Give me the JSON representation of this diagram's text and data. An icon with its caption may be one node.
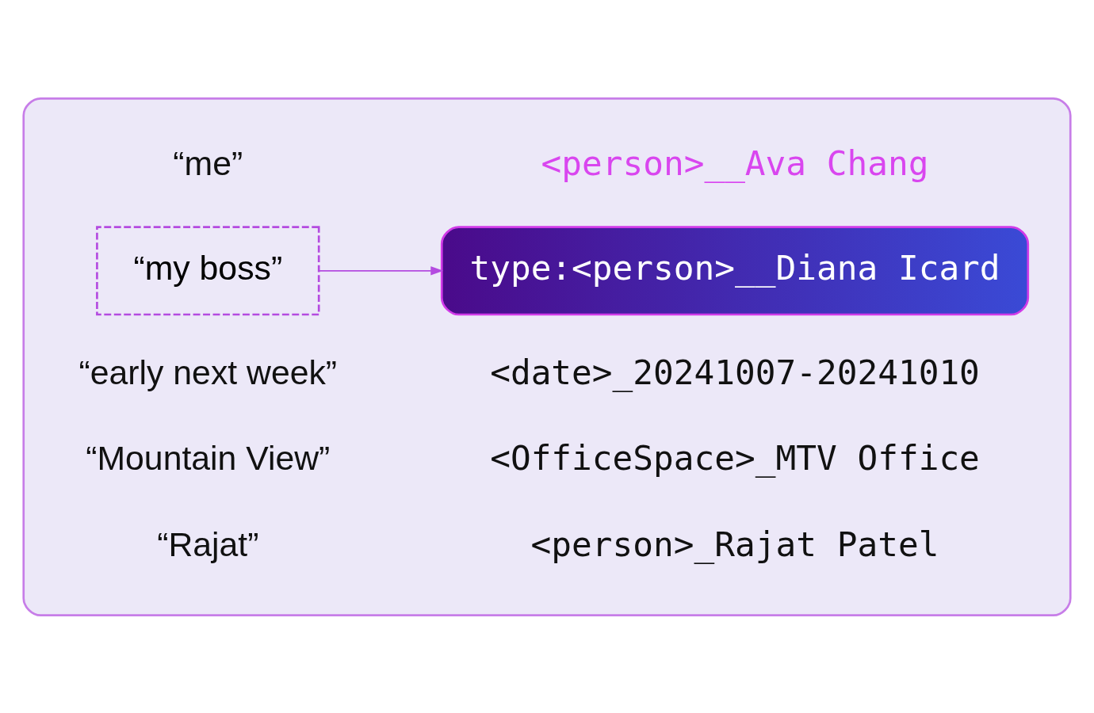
{
  "diagram": {
    "nodes": [
      {
        "text": [],
        "shape": "box"
      },
      {
        "text": [
          "“my boss”"
        ],
        "in": 0
      },
      {
        "text": [
          "type:<person>__Diana Icard"
        ],
        "in": 0
      }
    ],
    "edges": [
      {
        "from": 1,
        "to": 2,
        "arrow": "to"
      }
    ],
    "labels": [
      "“me”",
      "<person>__Ava Chang",
      "“early next week”",
      "<date>_20241007-20241010",
      "“Mountain View”",
      "<OfficeSpace>_MTV Office",
      "“Rajat”",
      "<person>_Rajat Patel"
    ]
  }
}
